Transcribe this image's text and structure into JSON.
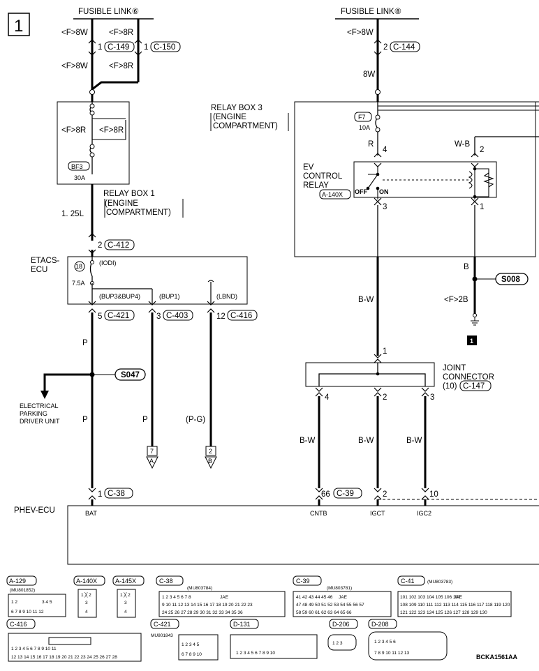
{
  "page_number": "1",
  "footer_code": "BCKA1561AA",
  "left": {
    "fusible_link": "FUSIBLE LINK⑥",
    "w1_top": "<F>8W",
    "w2_top": "<F>8R",
    "c149_pin": "1",
    "c149": "C-149",
    "c150_pin": "1",
    "c150": "C-150",
    "w1_bot": "<F>8W",
    "w2_bot": "<F>8R",
    "rb1_w1": "<F>8R",
    "rb1_w2": "<F>8R",
    "fuse_id": "BF3",
    "fuse_amp": "30A",
    "rb1_title": "RELAY BOX 1",
    "rb1_sub1": "(ENGINE",
    "rb1_sub2": "COMPARTMENT)",
    "wire_125": "1. 25L",
    "c412_pin": "2",
    "c412": "C-412",
    "etacs_1": "ETACS-",
    "etacs_2": "ECU",
    "fuse18": "18",
    "iodi": "(IODI)",
    "amp75": "7.5A",
    "bup34": "(BUP3&BUP4)",
    "bup1": "(BUP1)",
    "lbnd": "(LBND)",
    "c421_pin": "5",
    "c421": "C-421",
    "c403_pin": "3",
    "c403": "C-403",
    "c416_pin": "12",
    "c416": "C-416",
    "wire_p1": "P",
    "wire_p2": "P",
    "wire_p3": "P",
    "wire_pg": "(P-G)",
    "s047": "S047",
    "epb1": "ELECTRICAL",
    "epb2": "PARKING",
    "epb3": "DRIVER UNIT",
    "off_a_num": "7",
    "off_a_letter": "A",
    "off_b_num": "2",
    "off_b_letter": "B",
    "c38_pin": "1",
    "c38": "C-38"
  },
  "right": {
    "fusible_link": "FUSIBLE LINK⑧",
    "w_top": "<F>8W",
    "c144_pin": "2",
    "c144": "C-144",
    "wire_8w": "8W",
    "rb3_title": "RELAY BOX 3",
    "rb3_sub1": "(ENGINE",
    "rb3_sub2": "COMPARTMENT)",
    "fuse_id": "F7",
    "fuse_amp": "10A",
    "wire_r": "R",
    "pin4": "4",
    "wire_wb": "W-B",
    "pin2": "2",
    "ev1": "EV",
    "ev2": "CONTROL",
    "ev3": "RELAY",
    "a140x": "A-140X",
    "off": "OFF",
    "on": "ON",
    "pin3": "3",
    "pin1": "1",
    "wire_b": "B",
    "s008": "S008",
    "f2b": "<F>2B",
    "gnd_ref": "1",
    "wire_bw": "B-W",
    "jc_pin1": "1",
    "jc1": "JOINT",
    "jc2": "CONNECTOR",
    "jc3": "(10)",
    "c147": "C-147",
    "jc_pin4": "4",
    "jc_pin2": "2",
    "jc_pin3": "3",
    "w_bw1": "B-W",
    "w_bw2": "B-W",
    "w_bw3": "B-W",
    "c39_pin66": "66",
    "c39": "C-39",
    "c39_pin2": "2",
    "c39_pin10": "10"
  },
  "phev": {
    "label": "PHEV-ECU",
    "bat": "BAT",
    "cntb": "CNTB",
    "igct": "IGCT",
    "igc2": "IGC2"
  },
  "connectors": {
    "a129": "A-129",
    "a129_pn": "(MU801852)",
    "a140x": "A-140X",
    "a145x": "A-145X",
    "c38": "C-38",
    "c38_pn": "(MU803784)",
    "c38_jae": "JAE",
    "c39": "C-39",
    "c39_pn": "(MU803781)",
    "c39_jae": "JAE",
    "c41": "C-41",
    "c41_pn": "(MU803783)",
    "c41_jae": "JAE",
    "c416": "C-416",
    "c421": "C-421",
    "c421_pn": "MU801843",
    "d131": "D-131",
    "d206": "D-206",
    "d208": "D-208"
  }
}
